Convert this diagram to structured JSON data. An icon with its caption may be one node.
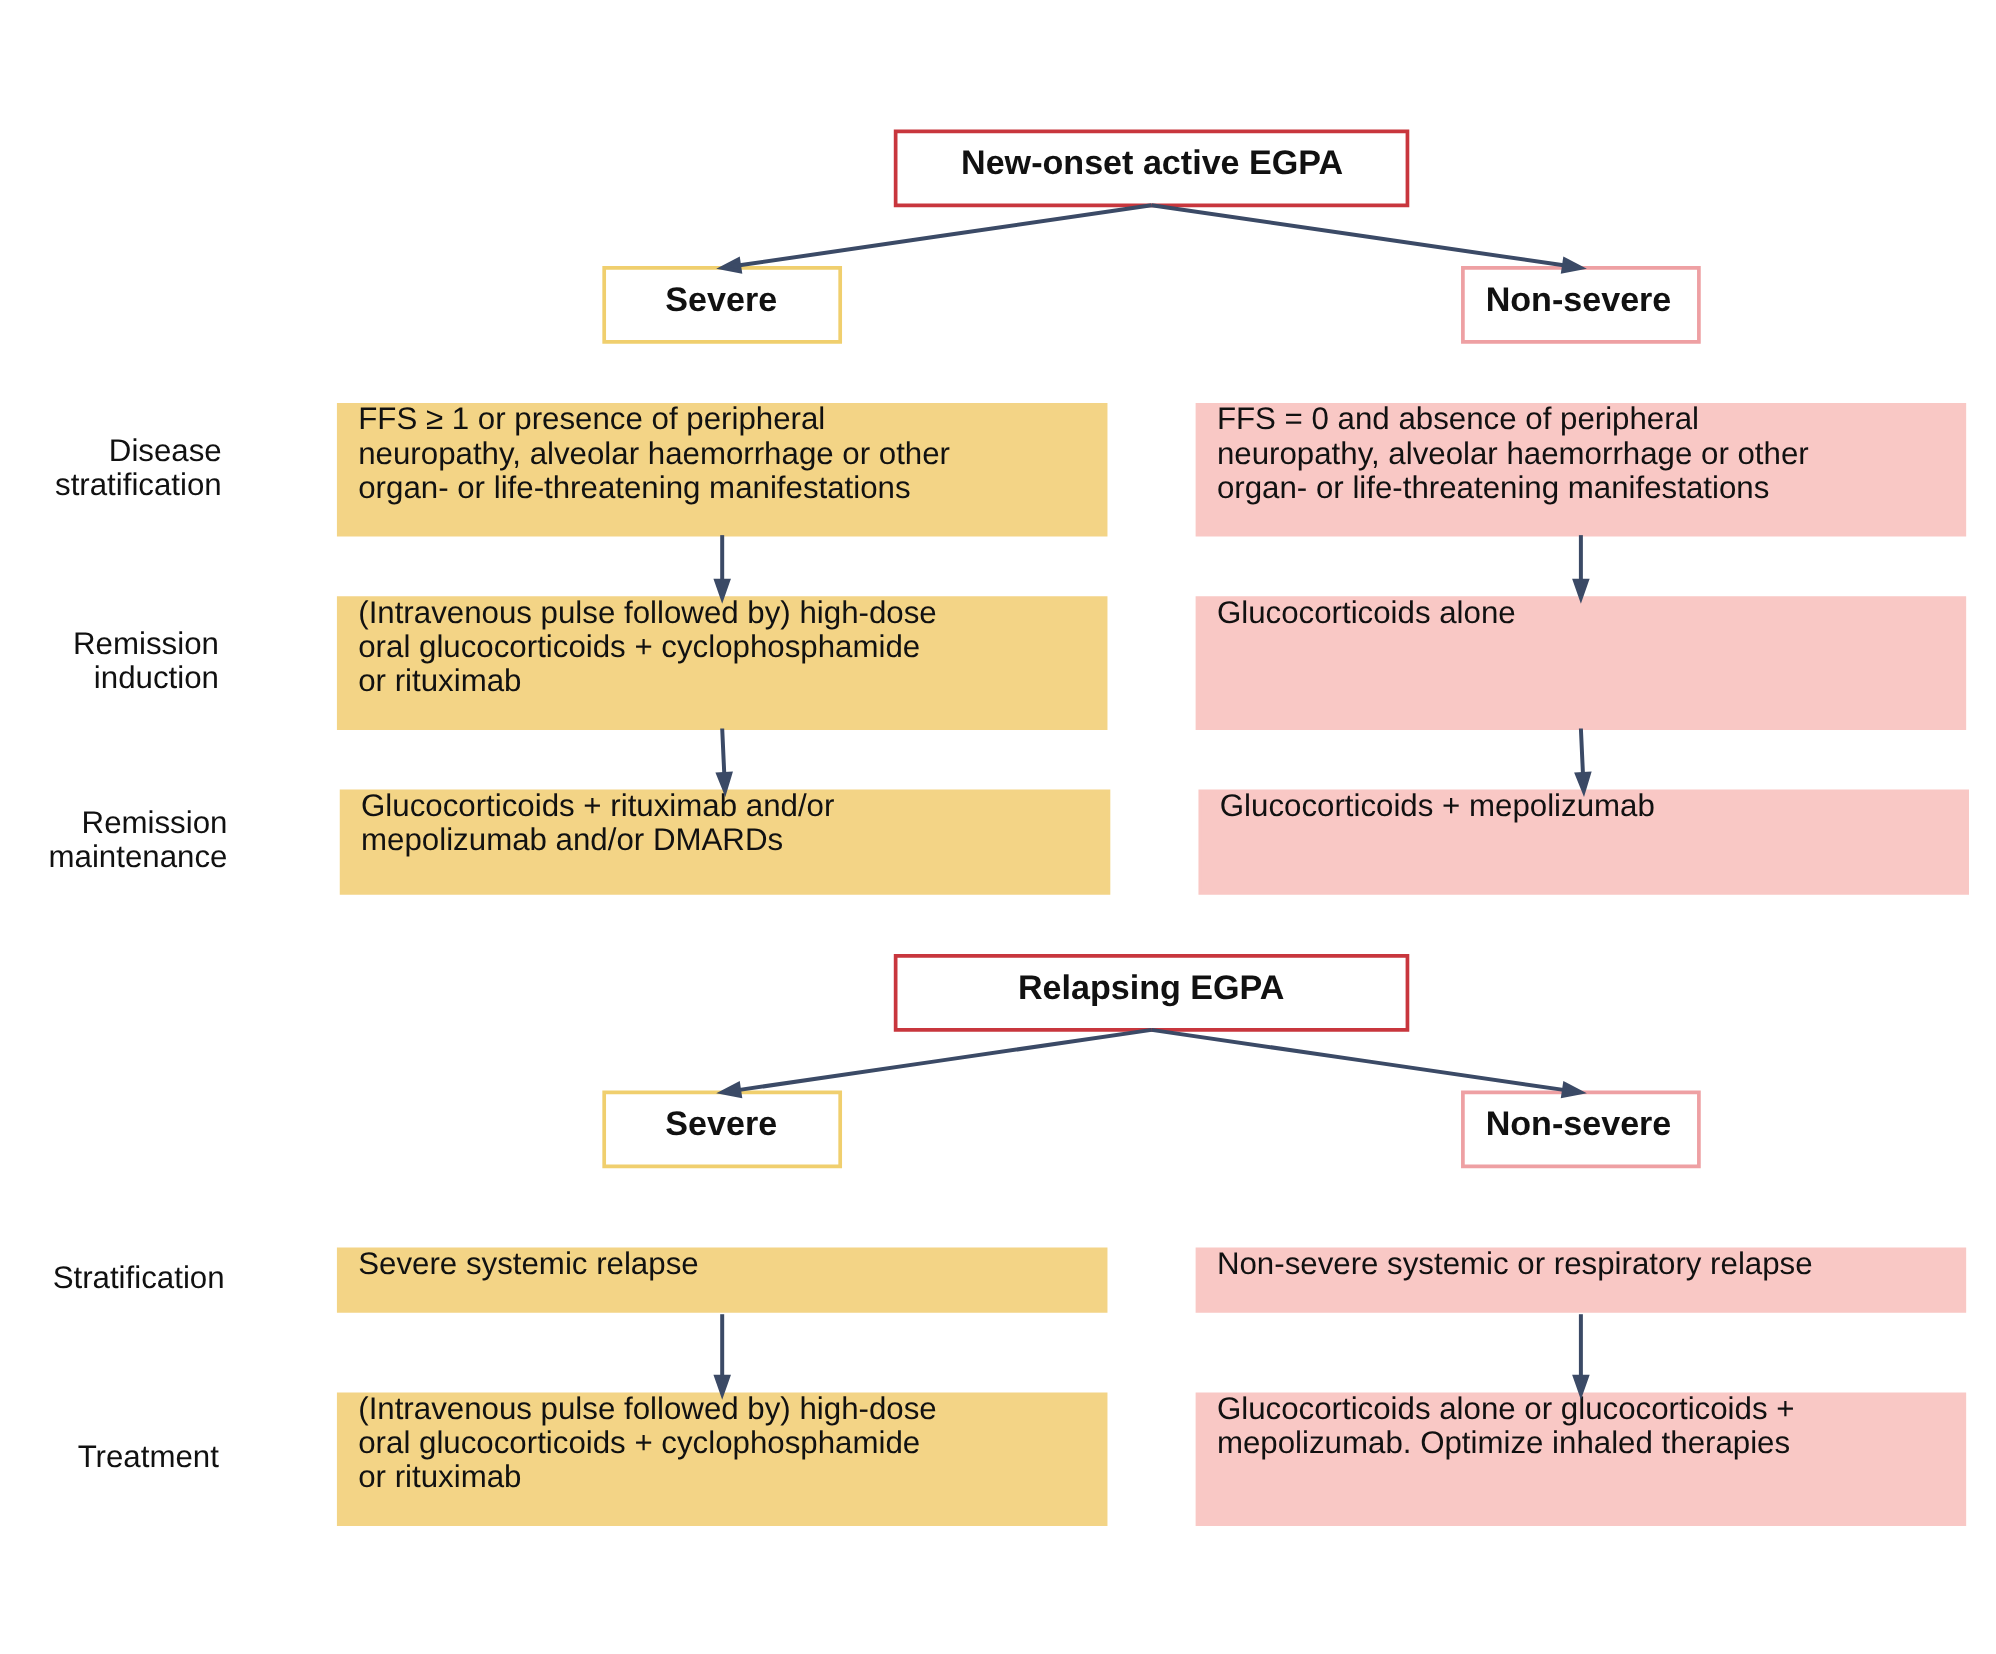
{
  "diagram": {
    "nodes": [
      {
        "text": [
          "New-onset active EGPA"
        ]
      },
      {
        "text": [
          "Severe"
        ]
      },
      {
        "text": [
          "Non-severe"
        ]
      },
      {
        "text": [
          "FFS ≥ 1 or presence of peripheral neuropathy, alveolar haemorrhage or other organ- or life-threatening manifestations"
        ]
      },
      {
        "text": [
          "FFS = 0 and absence of peripheral neuropathy, alveolar haemorrhage or other organ- or life-threatening manifestations"
        ]
      },
      {
        "text": [
          "(Intravenous pulse followed by) high-dose oral glucocorticoids + cyclophosphamide or rituximab"
        ]
      },
      {
        "text": [
          "Glucocorticoids alone"
        ]
      },
      {
        "text": [
          "Glucocorticoids + rituximab and/or mepolizumab and/or DMARDs"
        ]
      },
      {
        "text": [
          "Glucocorticoids + mepolizumab"
        ]
      },
      {
        "text": [
          "Relapsing EGPA"
        ]
      },
      {
        "text": [
          "Severe"
        ]
      },
      {
        "text": [
          "Non-severe"
        ]
      },
      {
        "text": [
          "Severe systemic relapse"
        ]
      },
      {
        "text": [
          "Non-severe systemic or respiratory relapse"
        ]
      },
      {
        "text": [
          "(Intravenous pulse followed by) high-dose oral glucocorticoids + cyclophosphamide or rituximab"
        ]
      },
      {
        "text": [
          "Glucocorticoids alone or glucocorticoids + mepolizumab. Optimize inhaled therapies"
        ]
      }
    ],
    "edges": [
      {
        "from": 0,
        "to": 1,
        "arrow": "to"
      },
      {
        "from": 0,
        "to": 2,
        "arrow": "to"
      },
      {
        "from": 3,
        "to": 5,
        "arrow": "to"
      },
      {
        "from": 5,
        "to": 7,
        "arrow": "to"
      },
      {
        "from": 4,
        "to": 6,
        "arrow": "to"
      },
      {
        "from": 6,
        "to": 8,
        "arrow": "to"
      },
      {
        "from": 9,
        "to": 10,
        "arrow": "to"
      },
      {
        "from": 9,
        "to": 11,
        "arrow": "to"
      },
      {
        "from": 12,
        "to": 14,
        "arrow": "to"
      },
      {
        "from": 13,
        "to": 15,
        "arrow": "to"
      }
    ],
    "labels": [
      "Disease stratification",
      "Remission induction",
      "Remission maintenance",
      "Stratification",
      "Treatment"
    ]
  }
}
